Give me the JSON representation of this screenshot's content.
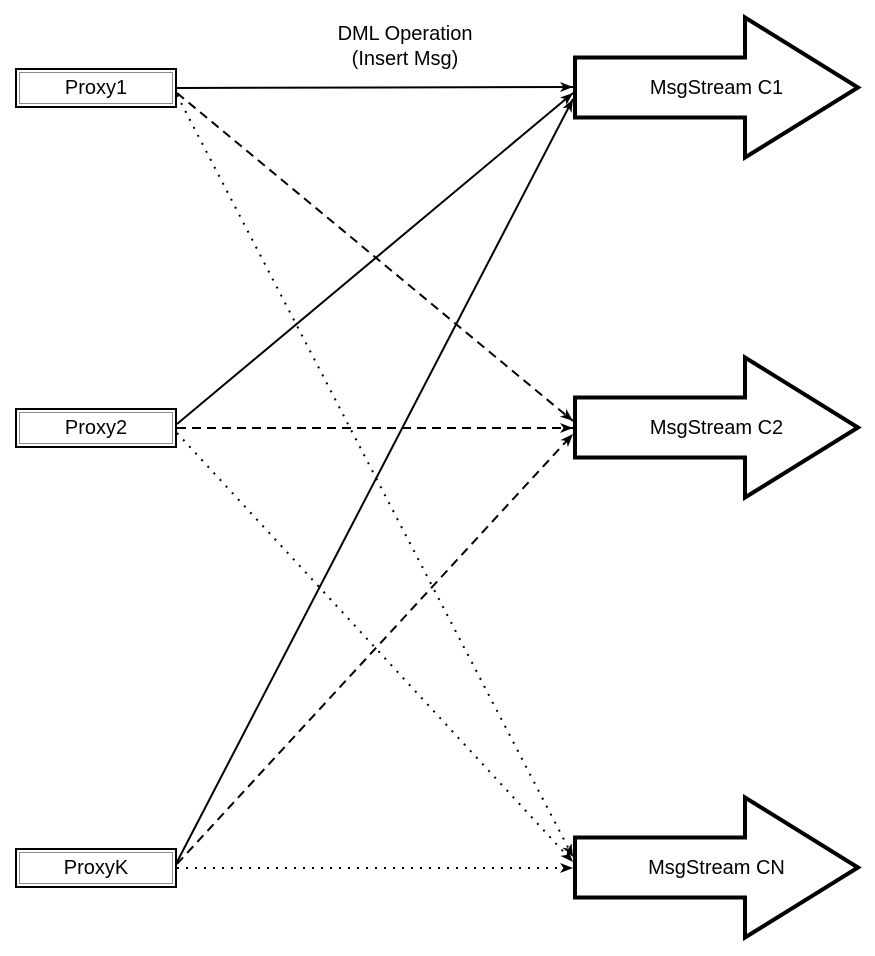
{
  "diagram": {
    "annotation": {
      "line1": "DML Operation",
      "line2": "(Insert Msg)"
    },
    "proxies": [
      {
        "id": "proxy1",
        "label": "Proxy1"
      },
      {
        "id": "proxy2",
        "label": "Proxy2"
      },
      {
        "id": "proxyk",
        "label": "ProxyK"
      }
    ],
    "streams": [
      {
        "id": "c1",
        "label": "MsgStream C1"
      },
      {
        "id": "c2",
        "label": "MsgStream C2"
      },
      {
        "id": "cn",
        "label": "MsgStream CN"
      }
    ],
    "edges": [
      {
        "from": "Proxy1",
        "to": "MsgStream C1",
        "style": "solid",
        "label": "DML Operation (Insert Msg)"
      },
      {
        "from": "Proxy1",
        "to": "MsgStream C2",
        "style": "dashed",
        "label": ""
      },
      {
        "from": "Proxy1",
        "to": "MsgStream CN",
        "style": "dotted",
        "label": ""
      },
      {
        "from": "Proxy2",
        "to": "MsgStream C1",
        "style": "solid",
        "label": ""
      },
      {
        "from": "Proxy2",
        "to": "MsgStream C2",
        "style": "dashed",
        "label": ""
      },
      {
        "from": "Proxy2",
        "to": "MsgStream CN",
        "style": "dotted",
        "label": ""
      },
      {
        "from": "ProxyK",
        "to": "MsgStream C1",
        "style": "solid",
        "label": ""
      },
      {
        "from": "ProxyK",
        "to": "MsgStream C2",
        "style": "dashed",
        "label": ""
      },
      {
        "from": "ProxyK",
        "to": "MsgStream CN",
        "style": "dotted",
        "label": ""
      }
    ],
    "colors": {
      "stroke": "#000000",
      "shape_fill": "#ffffff",
      "inner_border": "#8c8c8c"
    }
  }
}
